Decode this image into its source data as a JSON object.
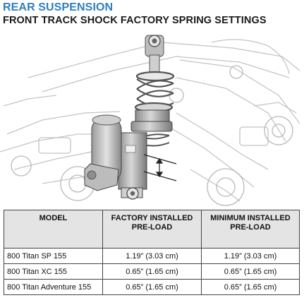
{
  "header": {
    "section_title": "REAR SUSPENSION",
    "sub_title": "FRONT TRACK SHOCK FACTORY SPRING SETTINGS"
  },
  "illustration": {
    "icon": "front-track-shock-illustration-icon",
    "measurement_icon": "preload-measurement-arrow-icon"
  },
  "table": {
    "headers": [
      "MODEL",
      "FACTORY INSTALLED PRE-LOAD",
      "MINIMUM INSTALLED PRE-LOAD"
    ],
    "rows": [
      {
        "model": "800 Titan SP 155",
        "factory": "1.19” (3.03 cm)",
        "minimum": "1.19” (3.03 cm)"
      },
      {
        "model": "800 Titan XC 155",
        "factory": "0.65” (1.65 cm)",
        "minimum": "0.65” (1.65 cm)"
      },
      {
        "model": "800 Titan Adventure 155",
        "factory": "0.65” (1.65 cm)",
        "minimum": "0.65” (1.65 cm)"
      }
    ]
  },
  "colors": {
    "section_title": "#2e7fbf",
    "header_fill": "#e4e4e4",
    "border": "#444444"
  }
}
